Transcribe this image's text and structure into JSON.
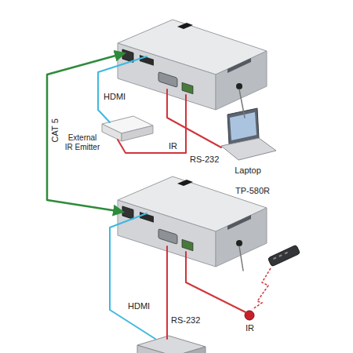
{
  "diagram": {
    "nodes": [
      {
        "text": [
          "Laptop"
        ]
      },
      {
        "text": [
          "TP-580R"
        ]
      }
    ],
    "labels": [
      "CAT 5",
      "HDMI",
      "External IR Emitter",
      "IR",
      "RS-232",
      "HDMI",
      "RS-232",
      "IR"
    ]
  }
}
